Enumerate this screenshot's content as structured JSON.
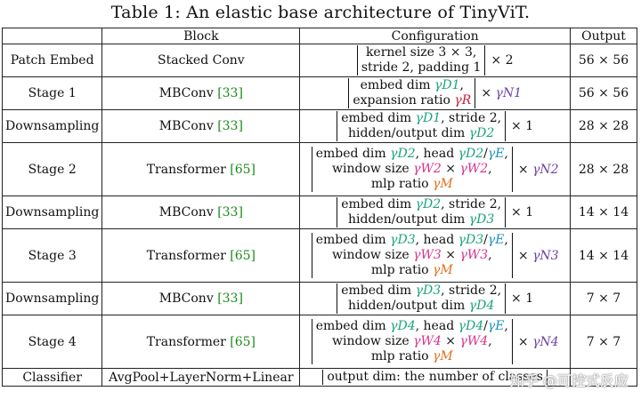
{
  "caption": "Table 1: An elastic base architecture of TinyViT.",
  "headers": [
    "",
    "Block",
    "Configuration",
    "Output"
  ],
  "rows": [
    {
      "stage": "Patch Embed",
      "block": "Stacked Conv",
      "ref": "",
      "cfg": [
        "kernel size  3 × 3,",
        "stride 2, padding 1"
      ],
      "mult": "× 2",
      "output": "56 × 56"
    },
    {
      "stage": "Stage 1",
      "block": "MBConv ",
      "ref": "[33]",
      "cfg": [
        "embed dim γD1,",
        "expansion ratio γR"
      ],
      "mult": "× γN1",
      "output": "56 × 56"
    },
    {
      "stage": "Downsampling",
      "block": "MBConv ",
      "ref": "[33]",
      "cfg": [
        "embed dim γD1, stride 2,",
        "hidden/output dim γD2"
      ],
      "mult": "× 1",
      "output": "28 × 28"
    },
    {
      "stage": "Stage 2",
      "block": "Transformer ",
      "ref": "[65]",
      "cfg": [
        "embed dim γD2,  head γD2/γE,",
        "window size γW2 × γW2,",
        "mlp ratio γM"
      ],
      "mult": "× γN2",
      "output": "28 × 28"
    },
    {
      "stage": "Downsampling",
      "block": "MBConv ",
      "ref": "[33]",
      "cfg": [
        "embed dim γD2, stride 2,",
        "hidden/output dim γD3"
      ],
      "mult": "× 1",
      "output": "14 × 14"
    },
    {
      "stage": "Stage 3",
      "block": "Transformer ",
      "ref": "[65]",
      "cfg": [
        "embed dim γD3,  head γD3/γE,",
        "window size γW3 × γW3,",
        "mlp ratio γM"
      ],
      "mult": "× γN3",
      "output": "14 × 14"
    },
    {
      "stage": "Downsampling",
      "block": "MBConv ",
      "ref": "[33]",
      "cfg": [
        "embed dim γD3, stride 2,",
        "hidden/output dim γD4"
      ],
      "mult": "× 1",
      "output": "7 × 7"
    },
    {
      "stage": "Stage 4",
      "block": "Transformer ",
      "ref": "[65]",
      "cfg": [
        "embed dim γD4,  head γD4/γE,",
        "window size γW4 × γW4,",
        "mlp ratio γM"
      ],
      "mult": "× γN4",
      "output": "7 × 7"
    },
    {
      "stage": "Classifier",
      "block": "AvgPool+LayerNorm+Linear",
      "ref": "",
      "cfg": [
        "output dim: the number of classes"
      ],
      "mult": "",
      "output": ""
    }
  ],
  "watermark": "知乎 @可控式反应",
  "colors": {
    "D": "#1aa37a",
    "E": "#1b8fc0",
    "W": "#d6338f",
    "M": "#e0701b",
    "R": "#c41e3a",
    "N": "#6b3fa6"
  }
}
